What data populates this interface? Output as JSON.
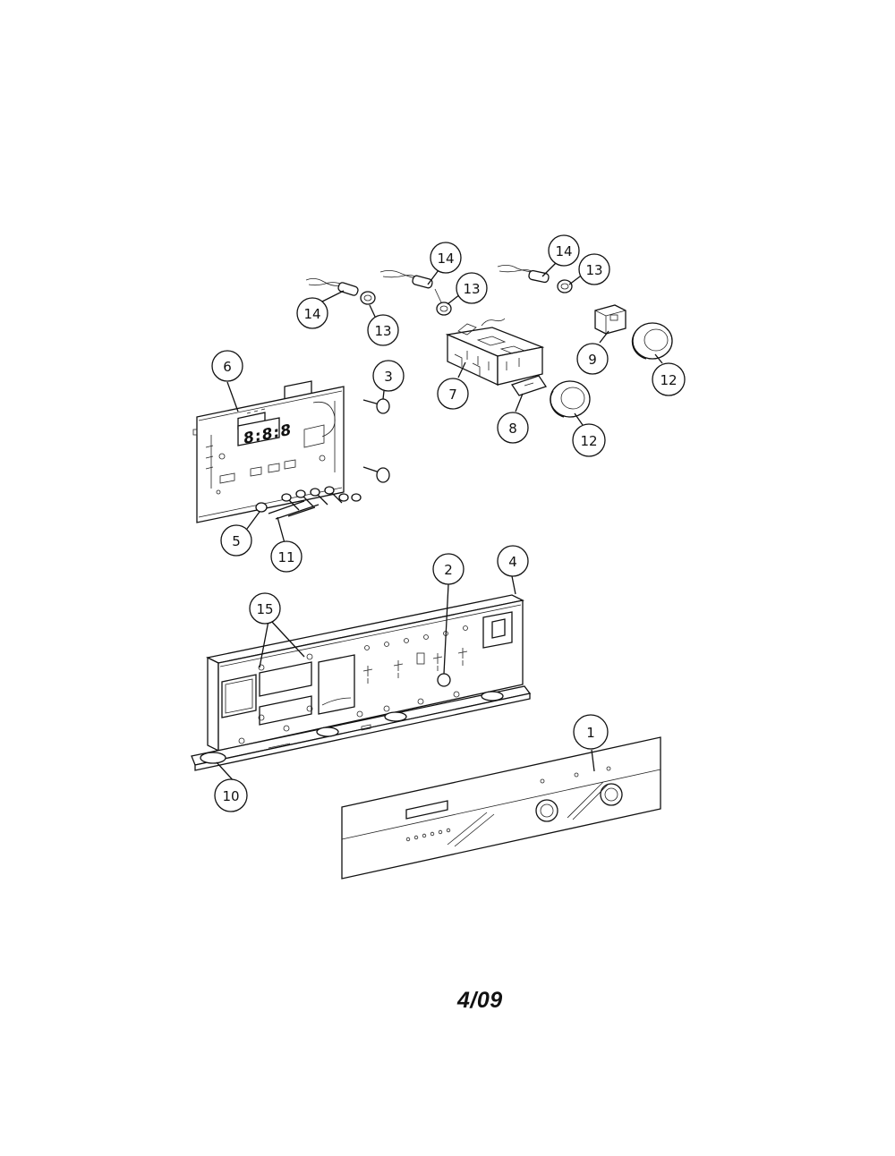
{
  "diagram": {
    "callouts": [
      {
        "id": "c1",
        "number": "1"
      },
      {
        "id": "c2",
        "number": "2"
      },
      {
        "id": "c3",
        "number": "3"
      },
      {
        "id": "c4",
        "number": "4"
      },
      {
        "id": "c5",
        "number": "5"
      },
      {
        "id": "c6",
        "number": "6"
      },
      {
        "id": "c7",
        "number": "7"
      },
      {
        "id": "c8",
        "number": "8"
      },
      {
        "id": "c9",
        "number": "9"
      },
      {
        "id": "c10",
        "number": "10"
      },
      {
        "id": "c11",
        "number": "11"
      },
      {
        "id": "c12a",
        "number": "12"
      },
      {
        "id": "c12b",
        "number": "12"
      },
      {
        "id": "c13a",
        "number": "13"
      },
      {
        "id": "c13b",
        "number": "13"
      },
      {
        "id": "c13c",
        "number": "13"
      },
      {
        "id": "c14a",
        "number": "14"
      },
      {
        "id": "c14b",
        "number": "14"
      },
      {
        "id": "c14c",
        "number": "14"
      },
      {
        "id": "c15",
        "number": "15"
      }
    ],
    "display_readout": "8:8:8",
    "footer_code": "4/09"
  }
}
